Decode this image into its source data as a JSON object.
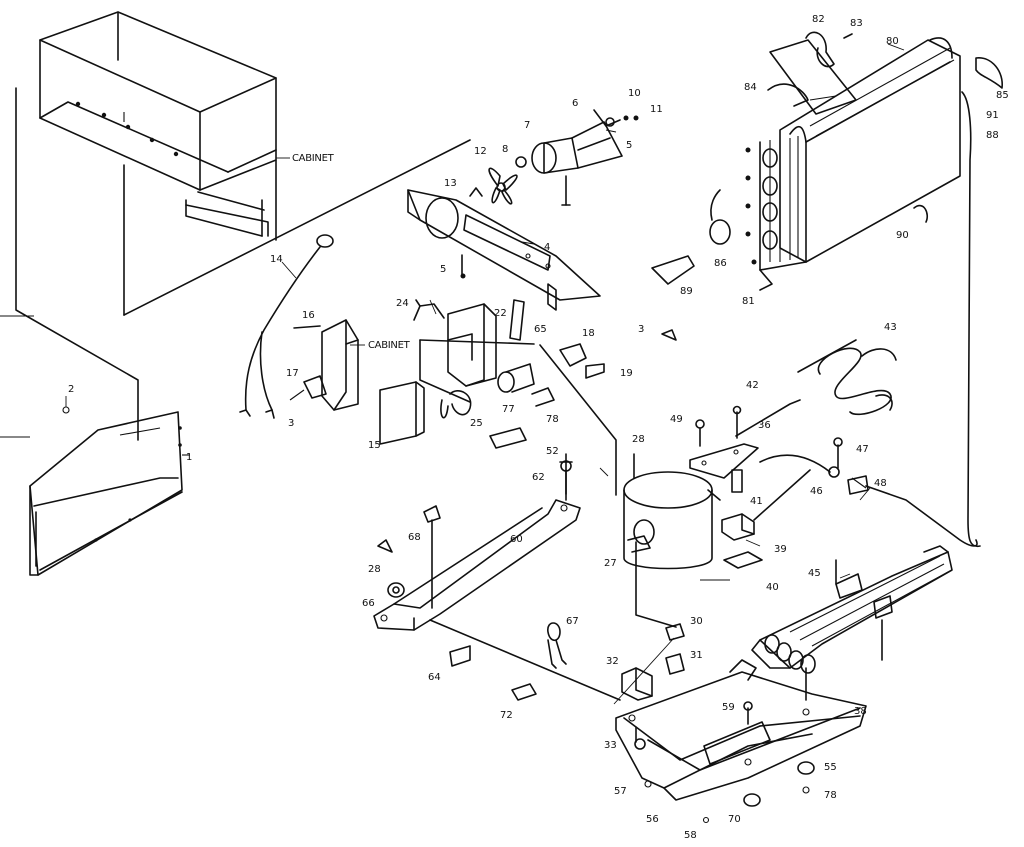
{
  "cabinet_labels": [
    "CABINET",
    "CABINET"
  ],
  "part_numbers": [
    "2",
    "1",
    "5",
    "4",
    "13",
    "12",
    "8",
    "7",
    "6",
    "10",
    "11",
    "5",
    "14",
    "16",
    "17",
    "3",
    "15",
    "24",
    "22",
    "65",
    "3",
    "18",
    "19",
    "25",
    "77",
    "78",
    "52",
    "62",
    "28",
    "49",
    "42",
    "36",
    "41",
    "39",
    "40",
    "27",
    "60",
    "68",
    "28",
    "66",
    "64",
    "72",
    "67",
    "30",
    "31",
    "32",
    "33",
    "59",
    "38",
    "57",
    "56",
    "58",
    "70",
    "55",
    "78",
    "82",
    "83",
    "80",
    "84",
    "85",
    "91",
    "88",
    "86",
    "89",
    "81",
    "90",
    "43",
    "47",
    "46",
    "48",
    "45"
  ]
}
